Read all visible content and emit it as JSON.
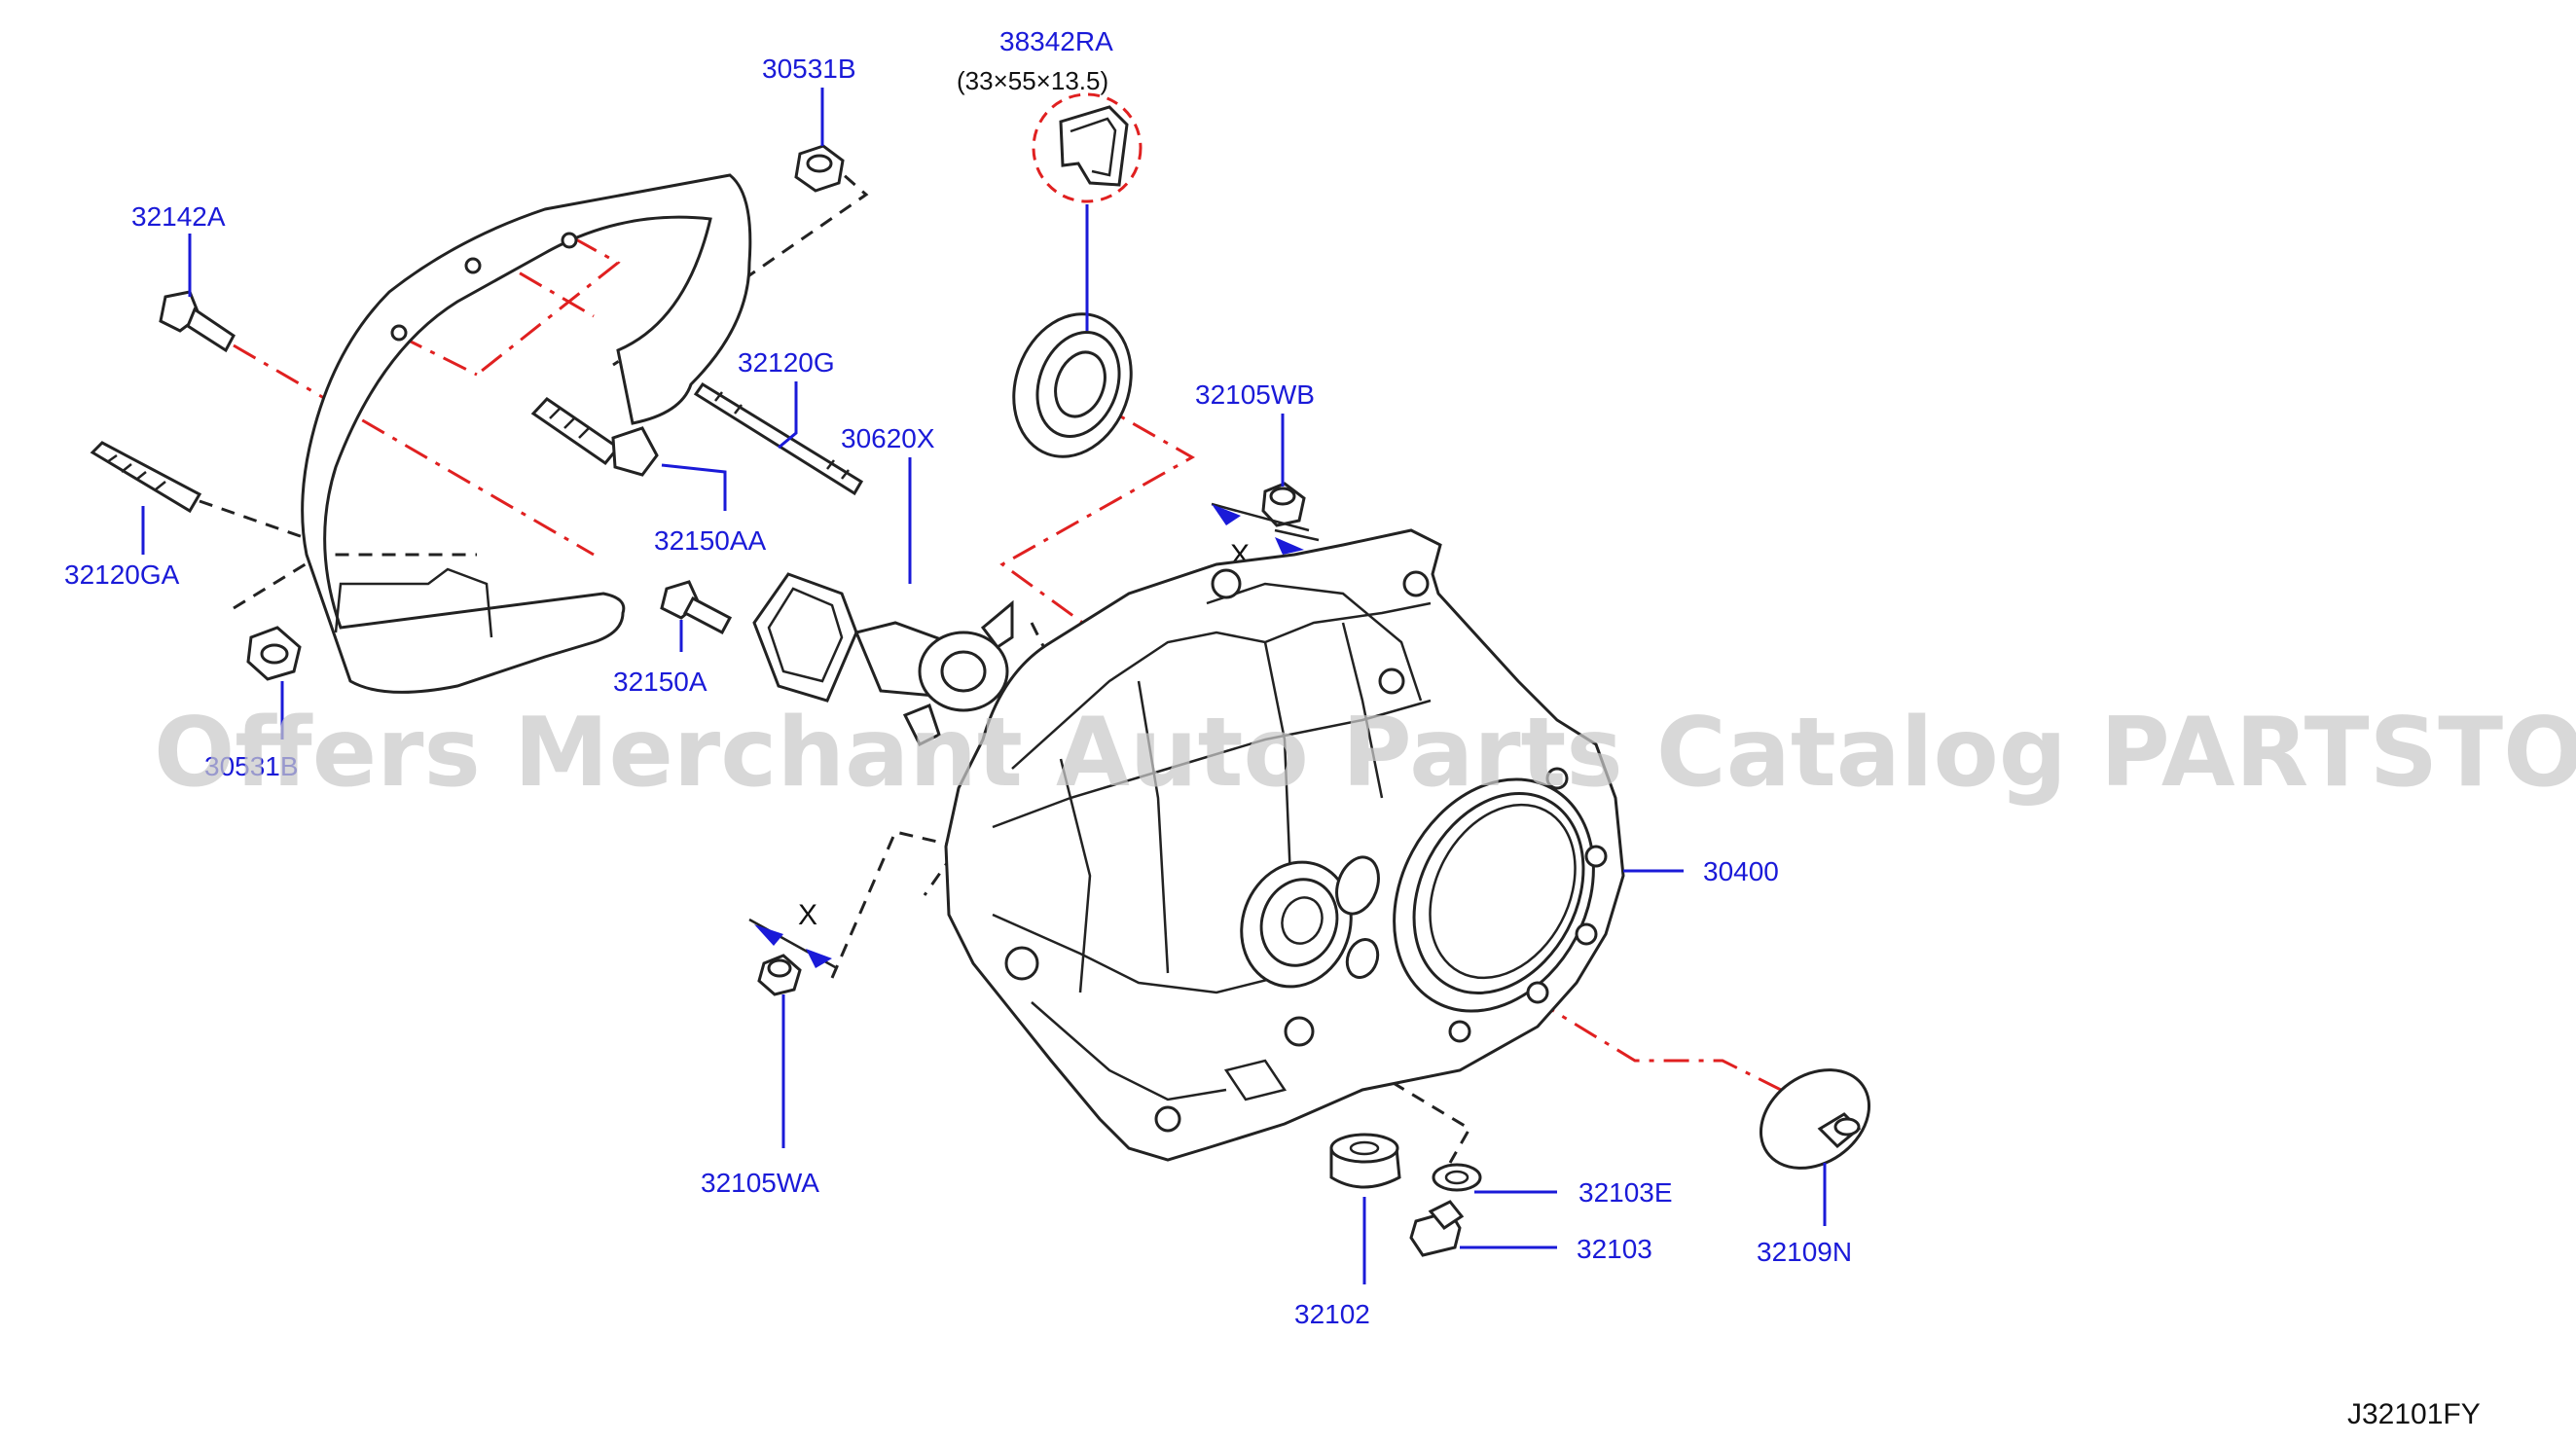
{
  "diagram_code": "J32101FY",
  "watermark": "Offers Merchant Auto Parts Catalog PARTSTORE.SA",
  "seal_size": "(33×55×13.5)",
  "dimension_mark": "X",
  "parts": [
    {
      "number": "30531B"
    },
    {
      "number": "38342RA"
    },
    {
      "number": "32142A"
    },
    {
      "number": "32120G"
    },
    {
      "number": "30620X"
    },
    {
      "number": "32105WB"
    },
    {
      "number": "32120GA"
    },
    {
      "number": "32150AA"
    },
    {
      "number": "32150A"
    },
    {
      "number": "30531B"
    },
    {
      "number": "30400"
    },
    {
      "number": "32105WA"
    },
    {
      "number": "32103E"
    },
    {
      "number": "32103"
    },
    {
      "number": "32102"
    },
    {
      "number": "32109N"
    }
  ],
  "colors": {
    "label": "#1a1ad8",
    "centerline": "#e02020",
    "line": "#222222",
    "watermark": "#c9c9c9"
  }
}
